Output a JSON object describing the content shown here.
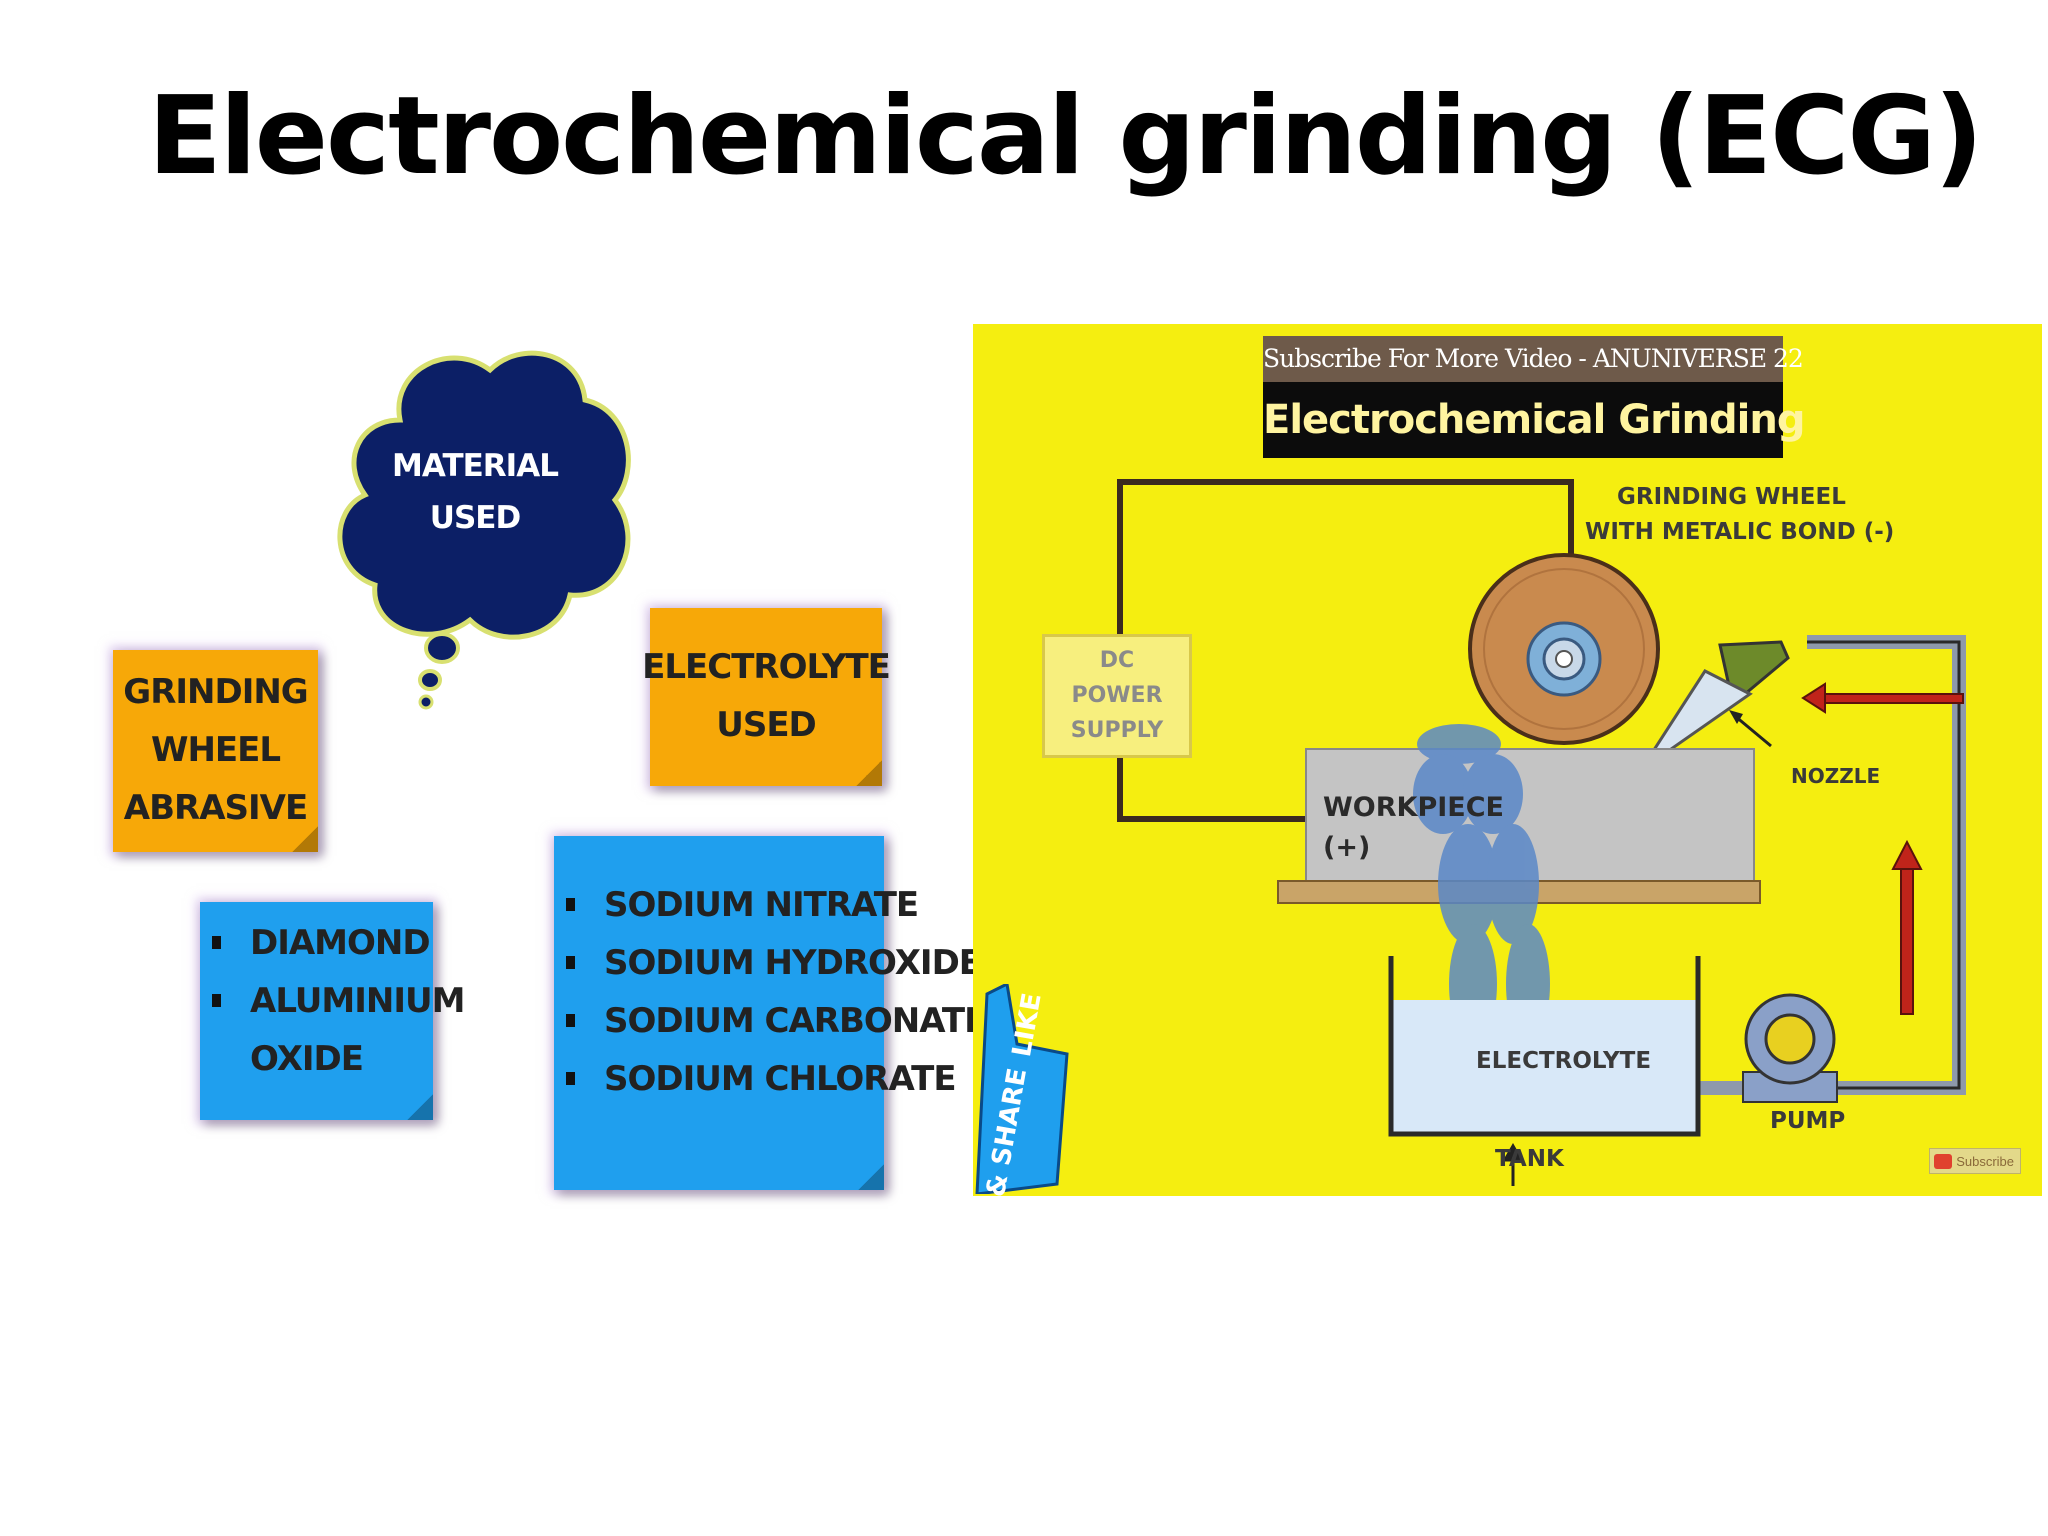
{
  "slide": {
    "title": "Electrochemical grinding (ECG)"
  },
  "mindmap": {
    "cloud": {
      "line1": "MATERIAL",
      "line2": "USED"
    },
    "grinding_note": {
      "line1": "GRINDING",
      "line2": "WHEEL",
      "line3": "ABRASIVE"
    },
    "electrolyte_note": {
      "line1": "ELECTROLYTE",
      "line2": "USED"
    },
    "abrasives": {
      "item1": "DIAMOND",
      "item2": "ALUMINIUM",
      "item2_cont": "OXIDE"
    },
    "electrolytes": [
      "SODIUM NITRATE",
      "SODIUM HYDROXIDE",
      "SODIUM CARBONATE",
      "SODIUM CHLORATE"
    ]
  },
  "diagram": {
    "banner_subscribe": "Subscribe For More Video - ANUNIVERSE 22",
    "banner_title": "Electrochemical Grinding",
    "wheel_label_1": "GRINDING WHEEL",
    "wheel_label_2": "WITH METALIC BOND (-)",
    "dc_1": "DC",
    "dc_2": "POWER",
    "dc_3": "SUPPLY",
    "nozzle": "NOZZLE",
    "workpiece_1": "WORKPIECE",
    "workpiece_2": "(+)",
    "electrolyte": "ELECTROLYTE",
    "tank": "TANK",
    "pump": "PUMP",
    "like_share_1": "LIKE",
    "like_share_2": "& SHARE",
    "subscribe_button": "Subscribe",
    "colors": {
      "background": "#f5ee10",
      "wire": "#3b2a1f",
      "flow_arrow": "#c0241a",
      "pipe": "#9aa6b8"
    }
  }
}
